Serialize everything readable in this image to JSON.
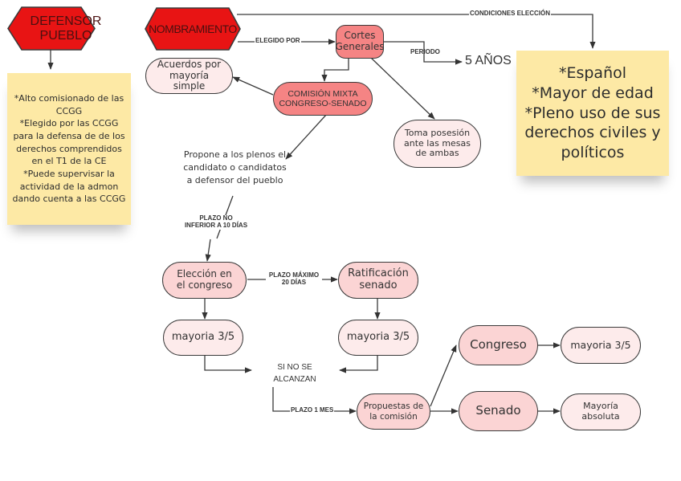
{
  "colors": {
    "hexagon_fill": "#e81414",
    "dark_node": "#f58484",
    "mid_node": "#fbd4d4",
    "light_node": "#fdebeb",
    "note": "#fde9a5",
    "stroke": "#3a3a3a"
  },
  "nodes": {
    "defensor_pueblo": "DEFENSOR PUEBLO",
    "nombramiento": "NOMBRAMIENTO",
    "cortes_generales": "Cortes Generales",
    "acuerdos": "Acuerdos por mayoría simple",
    "comision_mixta": "COMISIÓN MIXTA CONGRESO-SENADO",
    "toma_posesion": "Toma posesión ante las mesas de ambas",
    "propone": "Propone a los plenos el candidato o candidatos a defensor del pueblo",
    "cinco_anos": "5 AÑOS",
    "eleccion_congreso": "Elección en el congreso",
    "ratificacion_senado": "Ratificación senado",
    "mayoria_congreso": "mayoria 3/5",
    "mayoria_senado": "mayoria 3/5",
    "si_no_se_alcanzan": "SI NO SE ALCANZAN",
    "propuestas_comision": "Propuestas de la comisión",
    "congreso": "Congreso",
    "senado": "Senado",
    "congreso_mayoria": "mayoria 3/5",
    "senado_mayoria": "Mayoría absoluta"
  },
  "notes": {
    "defensor_lines": [
      "*Alto comisionado de las",
      "CCGG",
      "*Elegido por las CCGG",
      "para la defensa de de los",
      "derechos comprendidos",
      "en el T1 de la CE",
      "*Puede supervisar la",
      "actividad de la admon",
      "dando cuenta a las CCGG"
    ],
    "condiciones_lines": [
      "*Español",
      "*Mayor de edad",
      "*Pleno uso de sus",
      "derechos civiles y",
      "políticos"
    ]
  },
  "edge_labels": {
    "condiciones_eleccion": "CONDICIONES ELECCIÓN",
    "elegido_por": "ELEGIDO POR",
    "periodo": "PERIODO",
    "plazo_no_inferior": "PLAZO NO INFERIOR A 10 DÍAS",
    "plazo_maximo": "PLAZO MÁXIMO 20 DÍAS",
    "plazo_1_mes": "PLAZO 1 MES"
  }
}
